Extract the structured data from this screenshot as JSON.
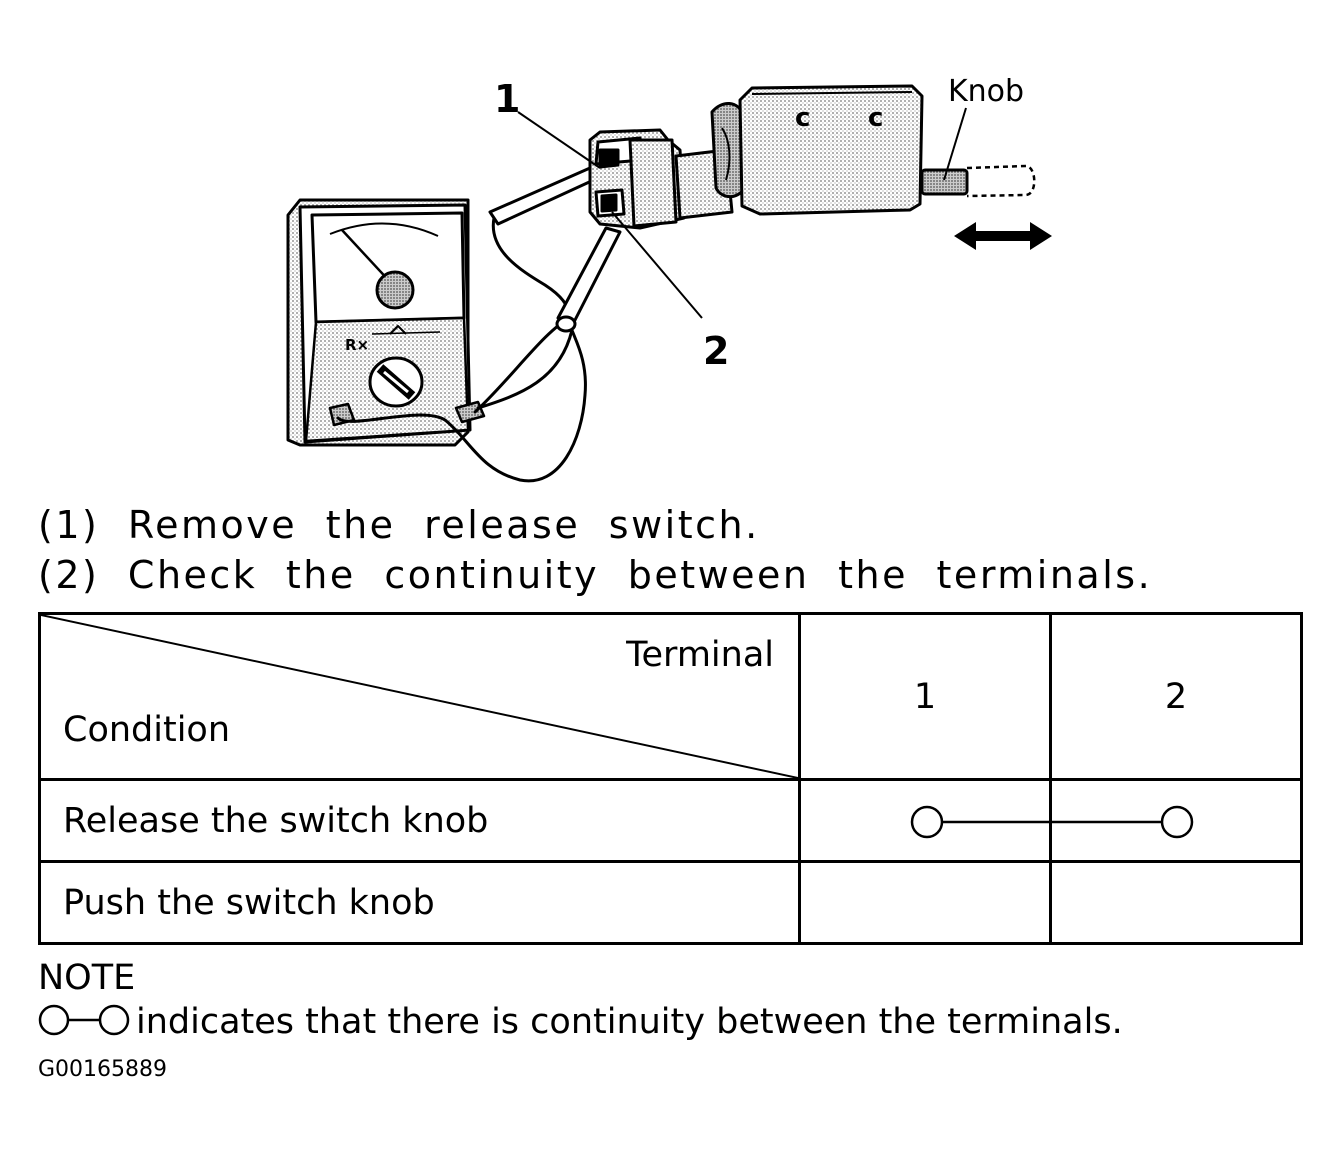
{
  "figure": {
    "callout_1": "1",
    "callout_2": "2",
    "knob_label": "Knob",
    "meter_switch_mark": "R×"
  },
  "steps": [
    "(1)  Remove  the  release  switch.",
    "(2)  Check  the  continuity  between  the  terminals."
  ],
  "table": {
    "header_terminal": "Terminal",
    "header_condition": "Condition",
    "terminals": [
      "1",
      "2"
    ],
    "rows": [
      {
        "condition": "Release the switch knob",
        "continuity": [
          true,
          true
        ]
      },
      {
        "condition": "Push the switch knob",
        "continuity": [
          false,
          false
        ]
      }
    ]
  },
  "note": {
    "title": "NOTE",
    "text": "indicates that there is continuity between the terminals."
  },
  "figure_id": "G00165889"
}
